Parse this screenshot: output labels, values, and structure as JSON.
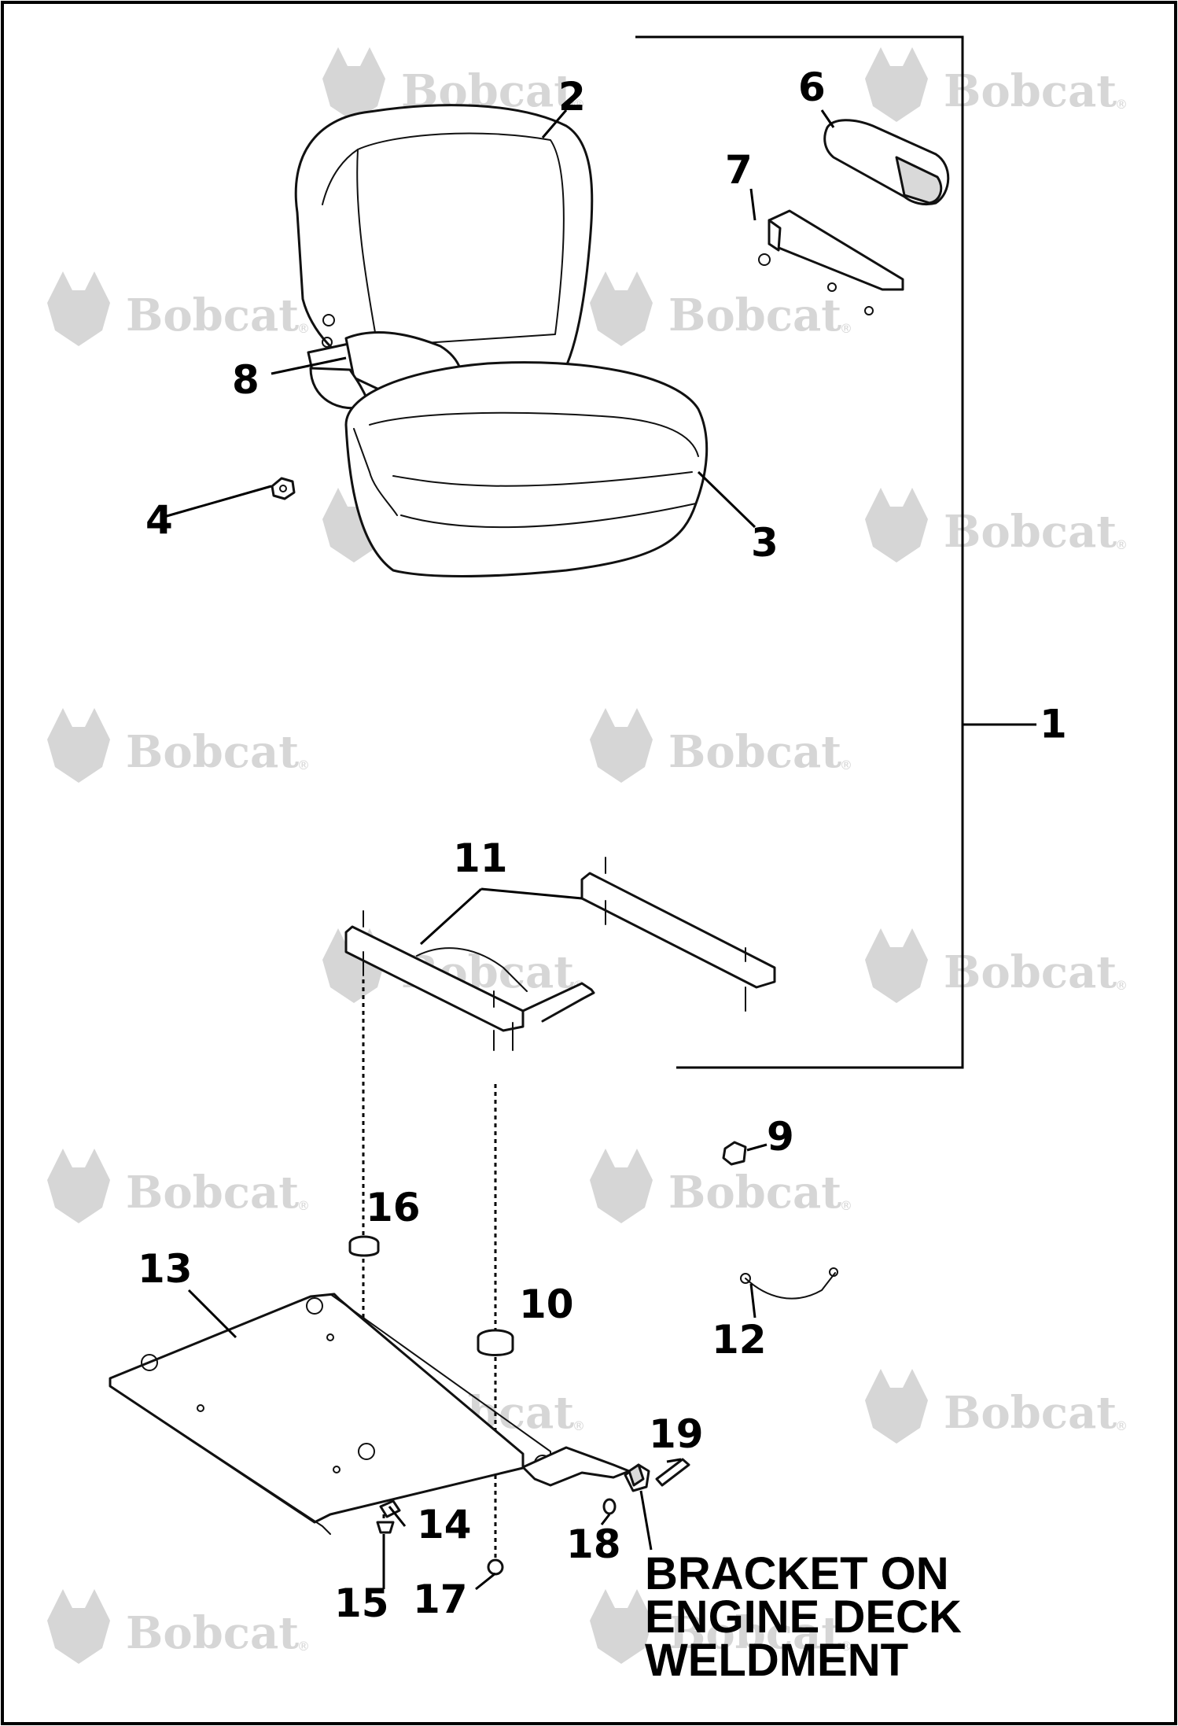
{
  "watermark": {
    "text": "Bobcat",
    "reg": "®"
  },
  "callouts": [
    {
      "id": "1",
      "label": "1"
    },
    {
      "id": "2",
      "label": "2"
    },
    {
      "id": "3",
      "label": "3"
    },
    {
      "id": "4",
      "label": "4"
    },
    {
      "id": "6",
      "label": "6"
    },
    {
      "id": "7",
      "label": "7"
    },
    {
      "id": "8",
      "label": "8"
    },
    {
      "id": "9",
      "label": "9"
    },
    {
      "id": "10",
      "label": "10"
    },
    {
      "id": "11",
      "label": "11"
    },
    {
      "id": "12",
      "label": "12"
    },
    {
      "id": "13",
      "label": "13"
    },
    {
      "id": "14",
      "label": "14"
    },
    {
      "id": "15",
      "label": "15"
    },
    {
      "id": "16",
      "label": "16"
    },
    {
      "id": "17",
      "label": "17"
    },
    {
      "id": "18",
      "label": "18"
    },
    {
      "id": "19",
      "label": "19"
    }
  ],
  "note": {
    "line1": "BRACKET ON",
    "line2": "ENGINE DECK",
    "line3": "WELDMENT"
  }
}
